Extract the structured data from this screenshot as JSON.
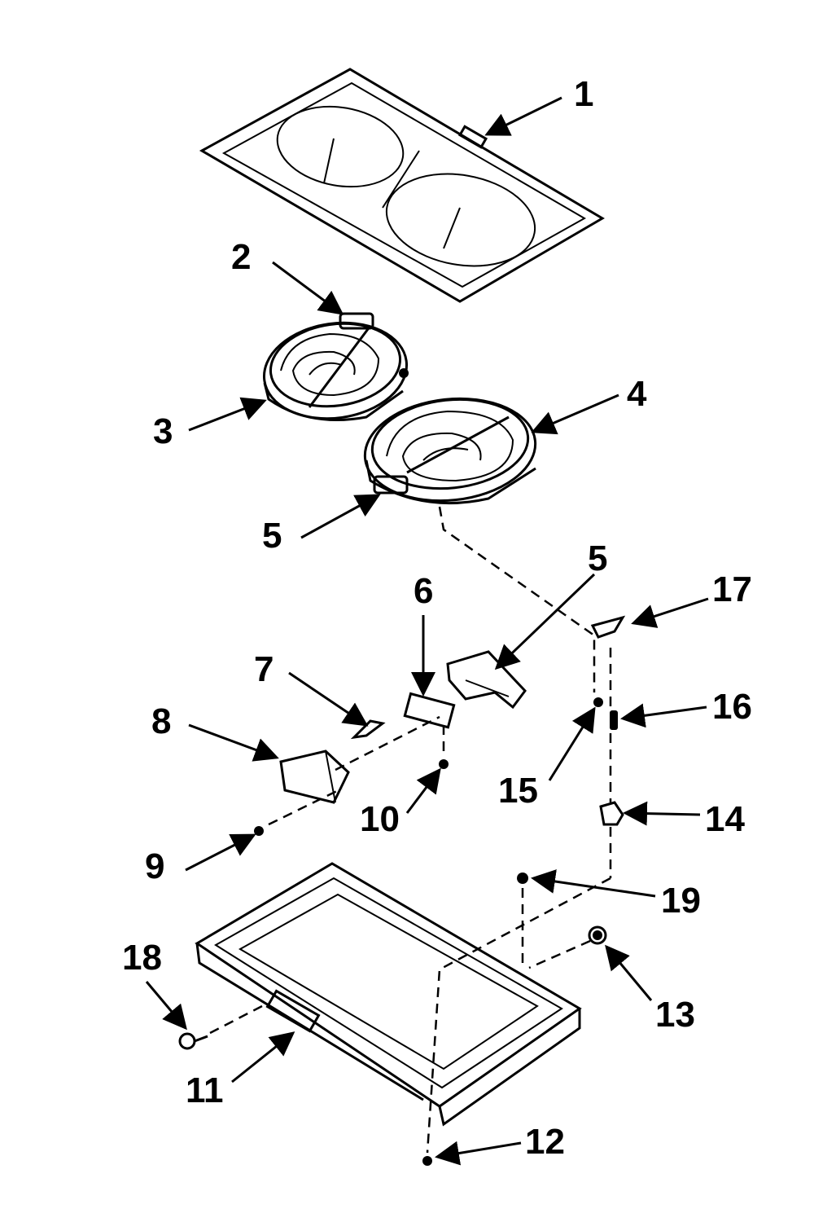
{
  "colors": {
    "ink": "#000000",
    "paper": "#ffffff"
  },
  "labels": {
    "p1": "1",
    "p2": "2",
    "p3": "3",
    "p4": "4",
    "p5a": "5",
    "p5b": "5",
    "p6": "6",
    "p7": "7",
    "p8": "8",
    "p9": "9",
    "p10": "10",
    "p11": "11",
    "p12": "12",
    "p13": "13",
    "p14": "14",
    "p15": "15",
    "p16": "16",
    "p17": "17",
    "p18": "18",
    "p19": "19"
  }
}
